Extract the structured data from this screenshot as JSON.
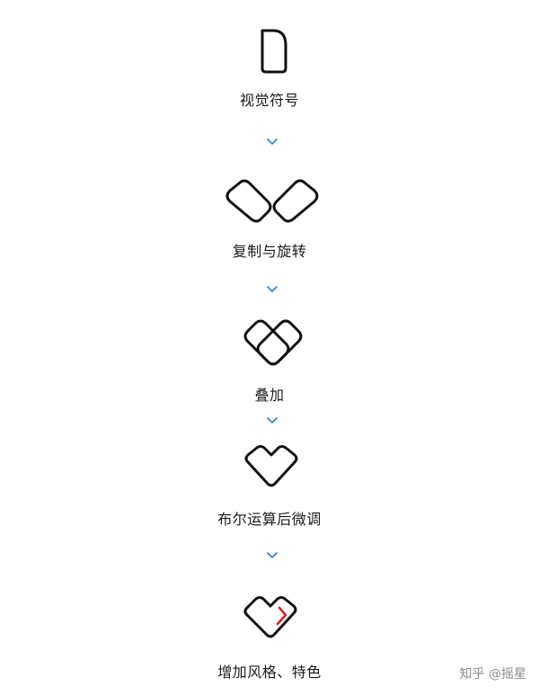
{
  "steps": [
    {
      "label": "视觉符号",
      "icon": "d-shape-icon"
    },
    {
      "label": "复制与旋转",
      "icon": "rotated-pair-icon"
    },
    {
      "label": "叠加",
      "icon": "overlap-icon"
    },
    {
      "label": "布尔运算后微调",
      "icon": "heart-outline-icon"
    },
    {
      "label": "增加风格、特色",
      "icon": "styled-heart-icon"
    }
  ],
  "watermark": "知乎 @摇星",
  "colors": {
    "stroke": "#111111",
    "arrow": "#3a78d8",
    "accent": "#e02020"
  }
}
